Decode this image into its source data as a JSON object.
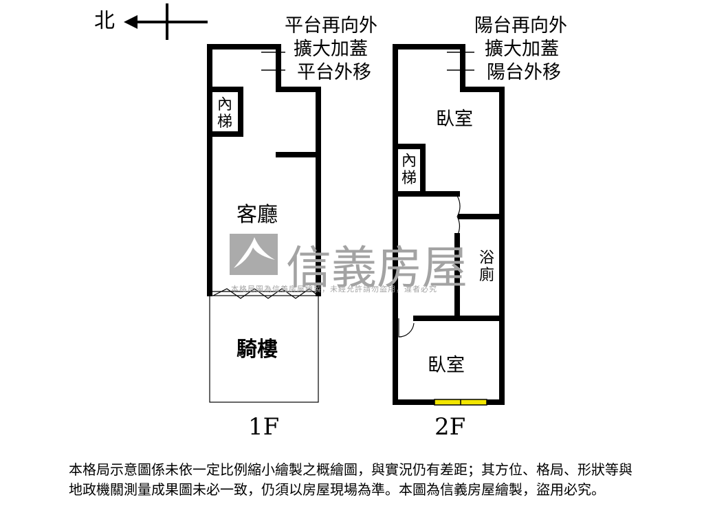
{
  "compass": {
    "north_label": "北"
  },
  "floor1": {
    "label": "1F",
    "annotations": [
      "平台再向外",
      "擴大加蓋",
      "平台外移"
    ],
    "rooms": {
      "stairs": "內梯",
      "living_room": "客廳",
      "arcade": "騎樓"
    }
  },
  "floor2": {
    "label": "2F",
    "annotations": [
      "陽台再向外",
      "擴大加蓋",
      "陽台外移"
    ],
    "rooms": {
      "bedroom_top": "臥室",
      "stairs": "內梯",
      "bathroom": "浴廁",
      "bedroom_bottom": "臥室"
    }
  },
  "watermark": {
    "brand": "信義房屋",
    "notice": "本格局圖為信義房屋繪製，未經允許請勿盜用，違者必究"
  },
  "disclaimer": "本格局示意圖係未依一定比例縮小繪製之概繪圖，與實況仍有差距；其方位、格局、形狀等與地政機關測量成果圖未必一致，仍須以房屋現場為準。本圖為信義房屋繪製，盜用必究。",
  "colors": {
    "wall": "#000000",
    "window": "#f2e600",
    "watermark": "#a3a3a3"
  }
}
